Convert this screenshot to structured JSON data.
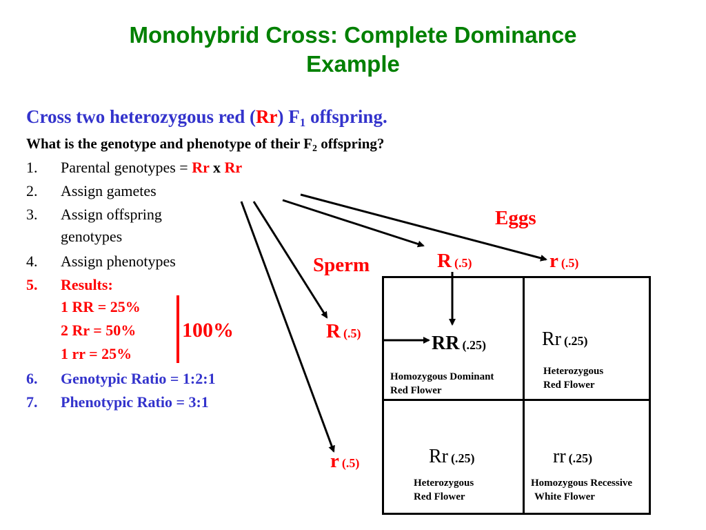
{
  "title": {
    "line1": "Monohybrid Cross: Complete Dominance",
    "line2": "Example"
  },
  "subtitle": {
    "pre": "Cross two heterozygous red (",
    "genotype": "Rr",
    "mid": ") F",
    "sub": "1",
    "post": " offspring."
  },
  "question": {
    "pre": "What is the genotype and phenotype of their F",
    "sub": "2",
    "post": " offspring?"
  },
  "steps": {
    "s1": {
      "num": "1.",
      "text": "Parental genotypes = ",
      "g1": "Rr",
      "x": " x ",
      "g2": "Rr"
    },
    "s2": {
      "num": "2.",
      "text": "Assign gametes"
    },
    "s3": {
      "num": "3.",
      "text": "Assign offspring",
      "text2": "genotypes"
    },
    "s4": {
      "num": "4.",
      "text": "Assign phenotypes"
    },
    "s5": {
      "num": "5.",
      "text": "Results:"
    },
    "r1": "1 RR = 25%",
    "r2": "2 Rr = 50%",
    "r3": "1 rr = 25%",
    "total": "100%",
    "s6": {
      "num": "6.",
      "text": "Genotypic Ratio = 1:2:1"
    },
    "s7": {
      "num": "7.",
      "text": "Phenotypic Ratio = 3:1"
    }
  },
  "labels": {
    "eggs": "Eggs",
    "sperm": "Sperm"
  },
  "gametes": {
    "egg1": {
      "allele": "R",
      "freq": "(.5)"
    },
    "egg2": {
      "allele": "r",
      "freq": "(.5)"
    },
    "sperm1": {
      "allele": "R",
      "freq": "(.5)"
    },
    "sperm2": {
      "allele": "r",
      "freq": "(.5)"
    }
  },
  "cells": {
    "c11": {
      "genotype": "RR",
      "freq": "(.25)",
      "phenotype1": "Homozygous Dominant",
      "phenotype2": "Red Flower"
    },
    "c12": {
      "genotype": "Rr",
      "freq": "(.25)",
      "phenotype1": "Heterozygous",
      "phenotype2": "Red Flower"
    },
    "c21": {
      "genotype": "Rr",
      "freq": "(.25)",
      "phenotype1": "Heterozygous",
      "phenotype2": "Red Flower"
    },
    "c22": {
      "genotype": "rr",
      "freq": "(.25)",
      "phenotype1": "Homozygous Recessive",
      "phenotype2": "White Flower"
    }
  },
  "colors": {
    "title": "#008000",
    "accent_blue": "#3333cc",
    "accent_red": "#ff0000",
    "text": "#000000"
  }
}
